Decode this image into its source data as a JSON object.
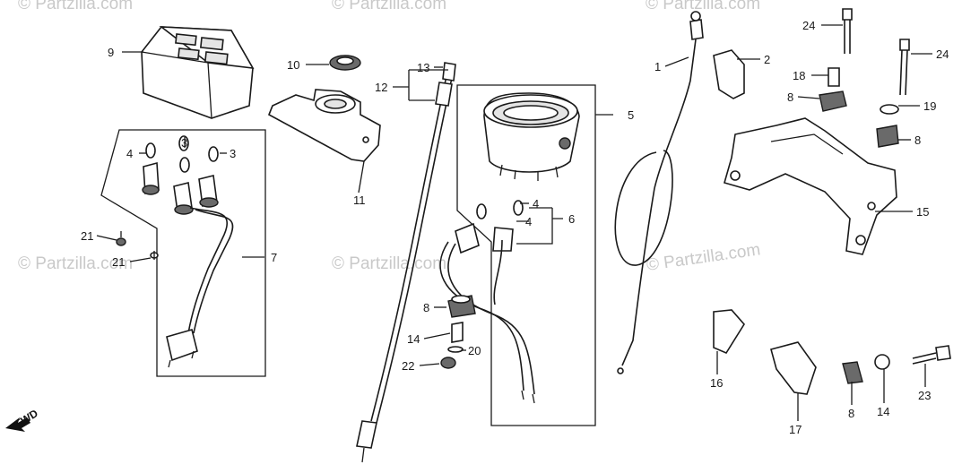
{
  "diagram": {
    "watermark_text": "© Partzilla.com",
    "fwd_label": "FWD",
    "callouts": {
      "c1": "1",
      "c2": "2",
      "c3a": "3",
      "c3b": "3",
      "c4a": "4",
      "c4b": "4",
      "c4c": "4",
      "c5": "5",
      "c6": "6",
      "c7": "7",
      "c8a": "8",
      "c8b": "8",
      "c8c": "8",
      "c8d": "8",
      "c9": "9",
      "c10": "10",
      "c11": "11",
      "c12": "12",
      "c13": "13",
      "c14a": "14",
      "c14b": "14",
      "c15": "15",
      "c16": "16",
      "c17": "17",
      "c18": "18",
      "c19": "19",
      "c20": "20",
      "c21a": "21",
      "c21b": "21",
      "c22": "22",
      "c23": "23",
      "c24a": "24",
      "c24b": "24"
    }
  }
}
